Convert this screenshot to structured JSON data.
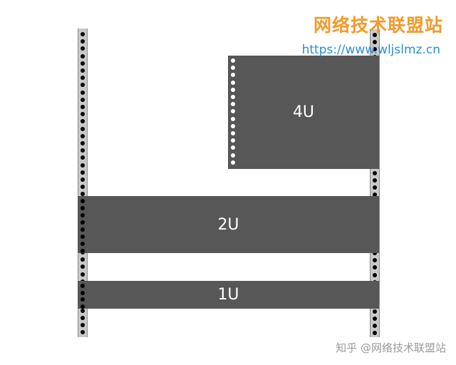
{
  "devices": {
    "four_u": "4U",
    "two_u": "2U",
    "one_u": "1U"
  },
  "watermark": {
    "title": "网络技术联盟站",
    "url": "https://www.wljslmz.cn",
    "bottom": "知乎 @网络技术联盟站"
  },
  "colors": {
    "device": "#575757",
    "rail": "#c9c9c9",
    "watermark_title": "#f39a2b",
    "watermark_url": "#2a8fd6"
  }
}
